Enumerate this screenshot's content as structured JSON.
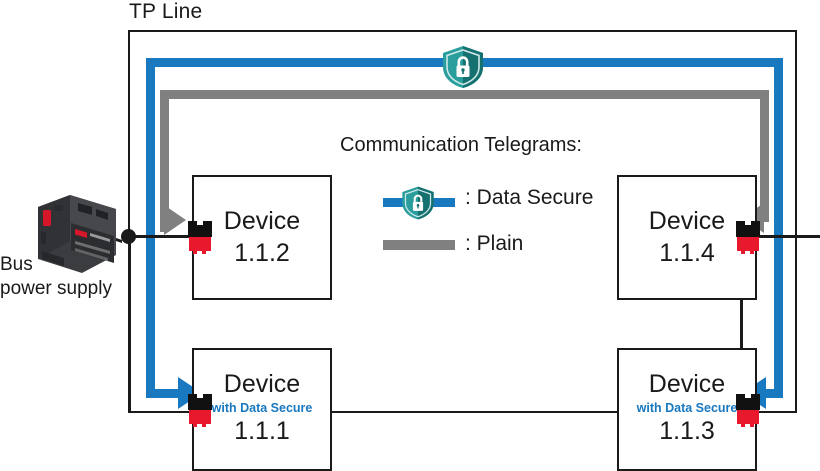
{
  "diagram": {
    "line_label": "TP Line",
    "legend": {
      "title": "Communication Telegrams:",
      "secure_label": ": Data Secure",
      "plain_label": ": Plain",
      "secure_icon": "shield-lock-icon",
      "plain_icon": "gray-line-icon"
    },
    "power_supply": {
      "label_line1": "Bus",
      "label_line2": "power supply",
      "icon": "din-rail-power-supply-icon"
    },
    "devices": [
      {
        "id": "112",
        "name": "Device",
        "address": "1.1.2",
        "secure_note": "",
        "is_secure": false,
        "connector_side": "left"
      },
      {
        "id": "111",
        "name": "Device",
        "address": "1.1.1",
        "secure_note": "with Data Secure",
        "is_secure": true,
        "connector_side": "left"
      },
      {
        "id": "114",
        "name": "Device",
        "address": "1.1.4",
        "secure_note": "",
        "is_secure": false,
        "connector_side": "right"
      },
      {
        "id": "113",
        "name": "Device",
        "address": "1.1.3",
        "secure_note": "with Data Secure",
        "is_secure": true,
        "connector_side": "right"
      }
    ],
    "colors": {
      "secure_blue": "#1878c0",
      "plain_gray": "#808080",
      "shield_teal_light": "#2a9d9d",
      "shield_teal_dark": "#157070",
      "connector_red": "#e8192c",
      "outline_black": "#1a1a1a"
    }
  }
}
